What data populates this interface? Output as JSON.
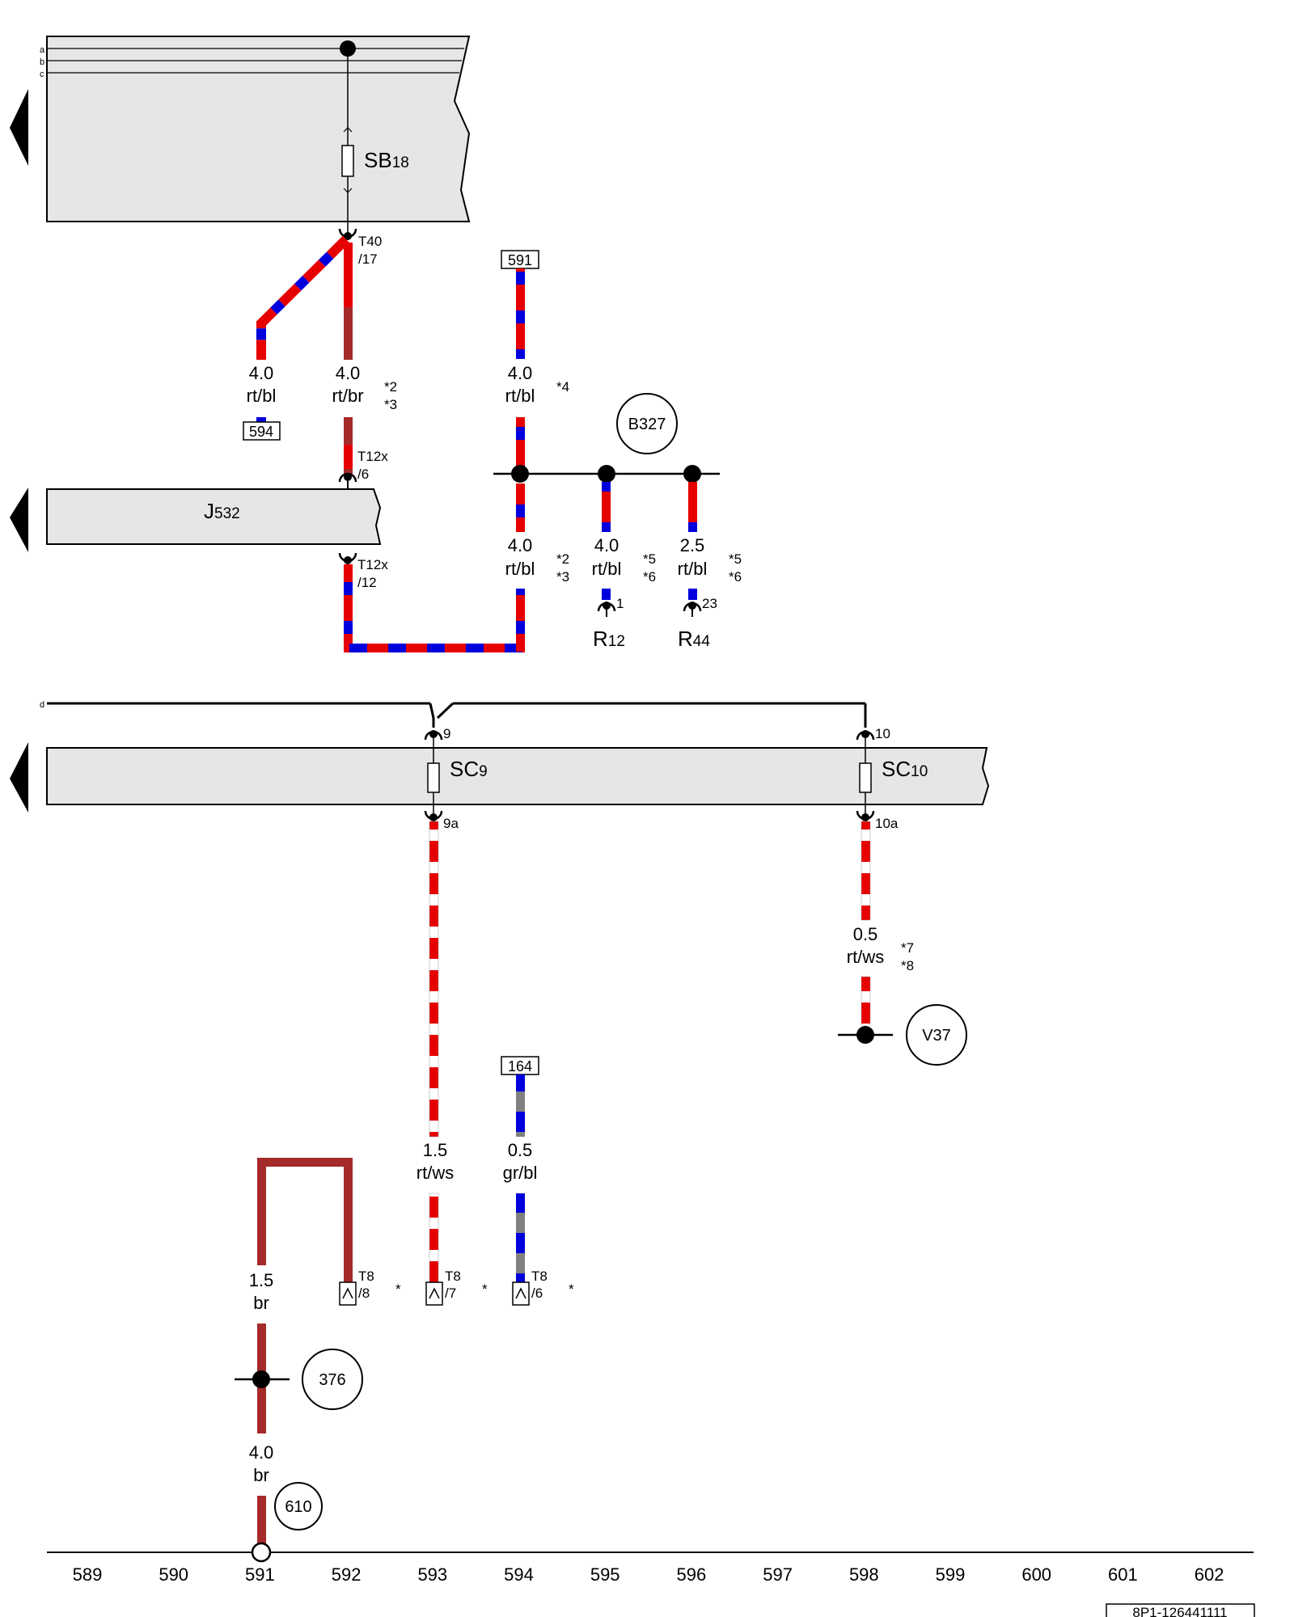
{
  "diagram": {
    "document_id": "8P1-126441111",
    "bus_letters": [
      "a",
      "b",
      "c",
      "d"
    ],
    "columns": [
      "589",
      "590",
      "591",
      "592",
      "593",
      "594",
      "595",
      "596",
      "597",
      "598",
      "599",
      "600",
      "601",
      "602"
    ],
    "colors": {
      "red": "#e60000",
      "blue": "#0000dd",
      "brown": "#a52a2a",
      "grey": "#808080",
      "white": "#ffffff",
      "panel": "#e6e6e6"
    },
    "components": {
      "fuse_sb18": {
        "name": "SB",
        "sub": "18"
      },
      "module_j532": {
        "name": "J",
        "sub": "532"
      },
      "fuse_sc9": {
        "name": "SC",
        "sub": "9"
      },
      "fuse_sc10": {
        "name": "SC",
        "sub": "10"
      },
      "r12": {
        "name": "R",
        "sub": "12"
      },
      "r44": {
        "name": "R",
        "sub": "44"
      }
    },
    "connectors": {
      "t40_17": {
        "code": "T40",
        "pin": "/17"
      },
      "t12x_6": {
        "code": "T12x",
        "pin": "/6"
      },
      "t12x_12": {
        "code": "T12x",
        "pin": "/12"
      },
      "sc9_top": "9",
      "sc9_bot": "9a",
      "sc10_top": "10",
      "sc10_bot": "10a",
      "r12_pin": "1",
      "r44_pin": "23",
      "t8_8": {
        "code": "T8",
        "pin": "/8"
      },
      "t8_7": {
        "code": "T8",
        "pin": "/7"
      },
      "t8_6": {
        "code": "T8",
        "pin": "/6"
      }
    },
    "ref_boxes": {
      "ref_594": "594",
      "ref_591": "591",
      "ref_164": "164"
    },
    "circles": {
      "b327": "B327",
      "v37": "V37",
      "c376": "376",
      "c610": "610"
    },
    "wires": {
      "w1": {
        "size": "4.0",
        "color": "rt/bl"
      },
      "w2": {
        "size": "4.0",
        "color": "rt/br"
      },
      "w3": {
        "size": "4.0",
        "color": "rt/bl"
      },
      "w4": {
        "size": "4.0",
        "color": "rt/bl"
      },
      "w5": {
        "size": "4.0",
        "color": "rt/bl"
      },
      "w6": {
        "size": "2.5",
        "color": "rt/bl"
      },
      "w7": {
        "size": "0.5",
        "color": "rt/ws"
      },
      "w8": {
        "size": "1.5",
        "color": "rt/ws"
      },
      "w9": {
        "size": "0.5",
        "color": "gr/bl"
      },
      "w10": {
        "size": "1.5",
        "color": "br"
      },
      "w11": {
        "size": "4.0",
        "color": "br"
      }
    },
    "footnotes": {
      "n2": "*2",
      "n3": "*3",
      "n4": "*4",
      "n5": "*5",
      "n6": "*6",
      "n7": "*7",
      "n8": "*8",
      "star": "*"
    }
  }
}
